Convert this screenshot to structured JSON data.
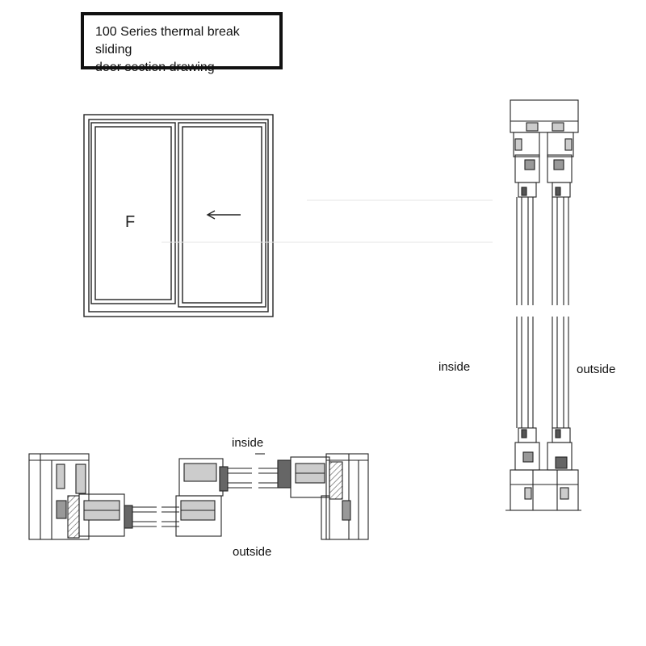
{
  "title": {
    "line1": "100 Series thermal break sliding",
    "line2": "door section drawing"
  },
  "elevation": {
    "fixed_panel_mark": "F"
  },
  "labels": {
    "vertical_inside": "inside",
    "vertical_outside": "outside",
    "horizontal_inside": "inside",
    "horizontal_outside": "outside"
  },
  "colors": {
    "line": "#222222",
    "profile_fill": "#cccccc",
    "hatch": "#555555"
  }
}
